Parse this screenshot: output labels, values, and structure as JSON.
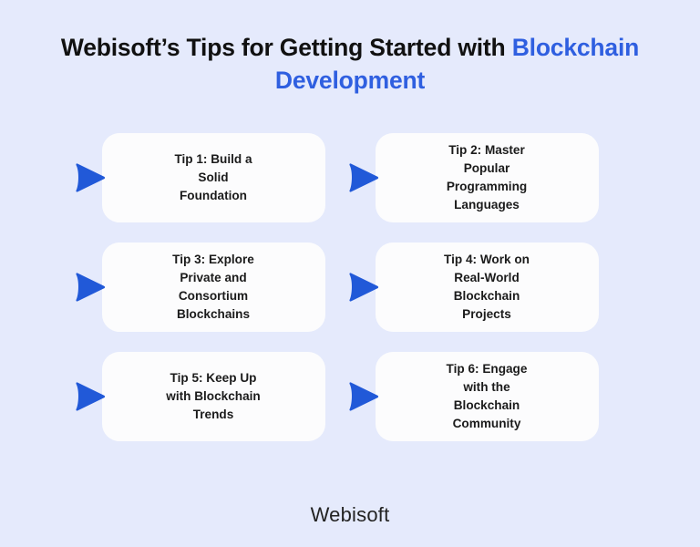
{
  "background_color": "#e5eafc",
  "accent_color": "#2f5fe0",
  "arrow_color": "#2159d8",
  "card_color": "#fcfcfd",
  "header": {
    "title_lead": "Webisoft’s Tips for Getting Started with ",
    "title_accent": "Blockchain Development"
  },
  "tips": [
    {
      "icon": "arrow-right-icon",
      "label": "Tip 1: Build a\nSolid\nFoundation"
    },
    {
      "icon": "arrow-right-icon",
      "label": "Tip 2: Master\nPopular\nProgramming\nLanguages"
    },
    {
      "icon": "arrow-right-icon",
      "label": "Tip 3: Explore\nPrivate and\nConsortium\nBlockchains"
    },
    {
      "icon": "arrow-right-icon",
      "label": "Tip 4: Work on\nReal-World\nBlockchain\nProjects"
    },
    {
      "icon": "arrow-right-icon",
      "label": "Tip 5: Keep Up\nwith Blockchain\nTrends"
    },
    {
      "icon": "arrow-right-icon",
      "label": "Tip 6: Engage\nwith the\nBlockchain\nCommunity"
    }
  ],
  "footer": {
    "brand": "Webisoft"
  }
}
